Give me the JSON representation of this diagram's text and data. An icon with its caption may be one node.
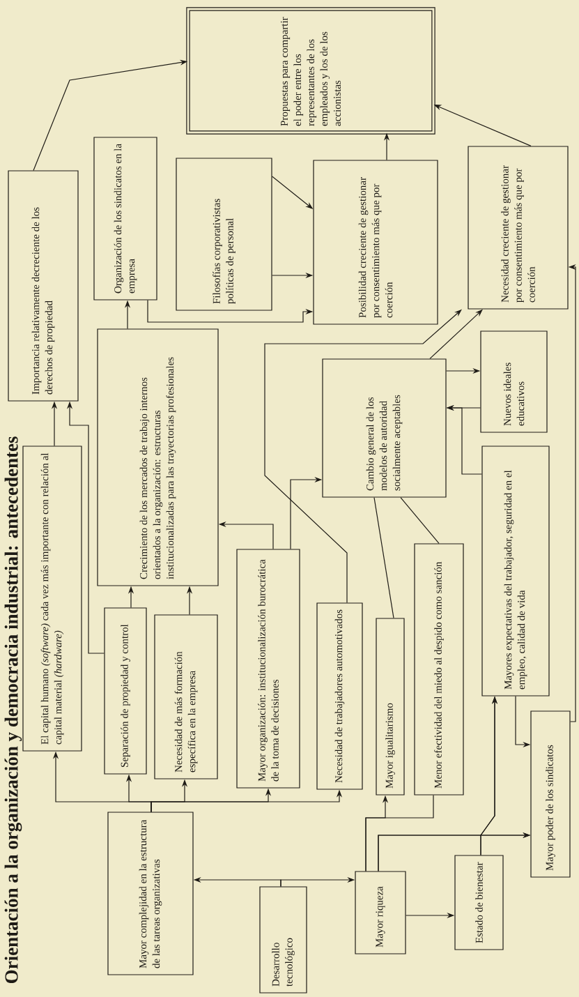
{
  "diagram": {
    "title": "Orientación a la organización y democracia industrial: antecedentes",
    "nodes": [
      {
        "text": [
          "Mayor complejidad en la estructura de las tareas organizativas"
        ]
      },
      {
        "text": [
          "Desarrollo tecnológico"
        ]
      },
      {
        "text": [
          "Mayor riqueza"
        ]
      },
      {
        "text": [
          "Estado de bienestar"
        ]
      },
      {
        "text": [
          "Mayor poder de los sindicatos"
        ]
      },
      {
        "text": [
          "Mayores expectativas del trabajador, seguridad en el empleo, calidad de vida"
        ]
      },
      {
        "text": [
          "Nuevos ideales educativos"
        ]
      },
      {
        "text": [
          "Cambio general de los modelos de autoridad socialmente aceptables"
        ]
      },
      {
        "text": [
          "Necesidad creciente de gestionar por consentimiento más que por coerción"
        ]
      },
      {
        "text": [
          "Posibilidad creciente de gestionar por consentimiento más que por coerción"
        ]
      },
      {
        "text": [
          "Propuestas para compartir el poder entre los representantes de los empleados y los de los accionistas"
        ]
      },
      {
        "text": [
          "Filosofías corporativistas políticas de personal"
        ]
      },
      {
        "text": [
          "Organización de los sindicatos en la empresa"
        ]
      },
      {
        "text": [
          "Importancia relativamente decreciente de los derechos de propiedad"
        ]
      },
      {
        "text": [
          "El capital humano *(software)* cada vez más importante con relación al capital material *(hardware)*"
        ]
      },
      {
        "text": [
          "Separación de propiedad y control"
        ]
      },
      {
        "text": [
          "Necesidad de más formación específica en la empresa"
        ]
      },
      {
        "text": [
          "Crecimiento de los mercados de trabajo internos orientados a la organización: estructuras institucionalizadas para las trayectorias profesionales"
        ]
      },
      {
        "text": [
          "Mayor organización: institucionalización burocrática de la toma de decisiones"
        ]
      },
      {
        "text": [
          "Necesidad de trabajadores automotivados"
        ]
      },
      {
        "text": [
          "Mayor igualitarismo"
        ]
      },
      {
        "text": [
          "Menor efectividad del miedo al despido como sanción"
        ]
      }
    ],
    "edges": [
      {
        "from": 1,
        "to": 0,
        "arrow": "to"
      },
      {
        "from": 1,
        "to": 2,
        "arrow": "to"
      },
      {
        "from": 0,
        "to": 14,
        "arrow": "to"
      },
      {
        "from": 0,
        "to": 15,
        "arrow": "to"
      },
      {
        "from": 0,
        "to": 16,
        "arrow": "to"
      },
      {
        "from": 0,
        "to": 18,
        "arrow": "to"
      },
      {
        "from": 0,
        "to": 19,
        "arrow": "to"
      },
      {
        "from": 14,
        "to": 13,
        "arrow": "to"
      },
      {
        "from": 15,
        "to": 13,
        "arrow": "to"
      },
      {
        "from": 15,
        "to": 17,
        "arrow": "to"
      },
      {
        "from": 16,
        "to": 17,
        "arrow": "to"
      },
      {
        "from": 18,
        "to": 17,
        "arrow": "to"
      },
      {
        "from": 18,
        "to": 7,
        "arrow": "to"
      },
      {
        "from": 17,
        "to": 12,
        "arrow": "to"
      },
      {
        "from": 12,
        "to": 9,
        "arrow": "to"
      },
      {
        "from": 11,
        "to": 9,
        "arrow": "to"
      },
      {
        "from": 11,
        "to": 9,
        "arrow": "to"
      },
      {
        "from": 13,
        "to": 10,
        "arrow": "to"
      },
      {
        "from": 9,
        "to": 10,
        "arrow": "to"
      },
      {
        "from": 8,
        "to": 10,
        "arrow": "to"
      },
      {
        "from": 7,
        "to": 8,
        "arrow": "to"
      },
      {
        "from": 19,
        "to": 8,
        "arrow": "to"
      },
      {
        "from": 20,
        "to": 7,
        "arrow": "none"
      },
      {
        "from": 21,
        "to": 7,
        "arrow": "none"
      },
      {
        "from": 7,
        "to": 6,
        "arrow": "to"
      },
      {
        "from": 6,
        "to": 7,
        "arrow": "to"
      },
      {
        "from": 5,
        "to": 7,
        "arrow": "to"
      },
      {
        "from": 5,
        "to": 4,
        "arrow": "to"
      },
      {
        "from": 4,
        "to": 8,
        "arrow": "to"
      },
      {
        "from": 2,
        "to": 20,
        "arrow": "to"
      },
      {
        "from": 2,
        "to": 21,
        "arrow": "none"
      },
      {
        "from": 2,
        "to": 3,
        "arrow": "to"
      },
      {
        "from": 2,
        "to": 5,
        "arrow": "to"
      },
      {
        "from": 2,
        "to": 4,
        "arrow": "to"
      },
      {
        "from": 3,
        "to": 5,
        "arrow": "to"
      },
      {
        "from": 3,
        "to": 4,
        "arrow": "to"
      }
    ]
  }
}
